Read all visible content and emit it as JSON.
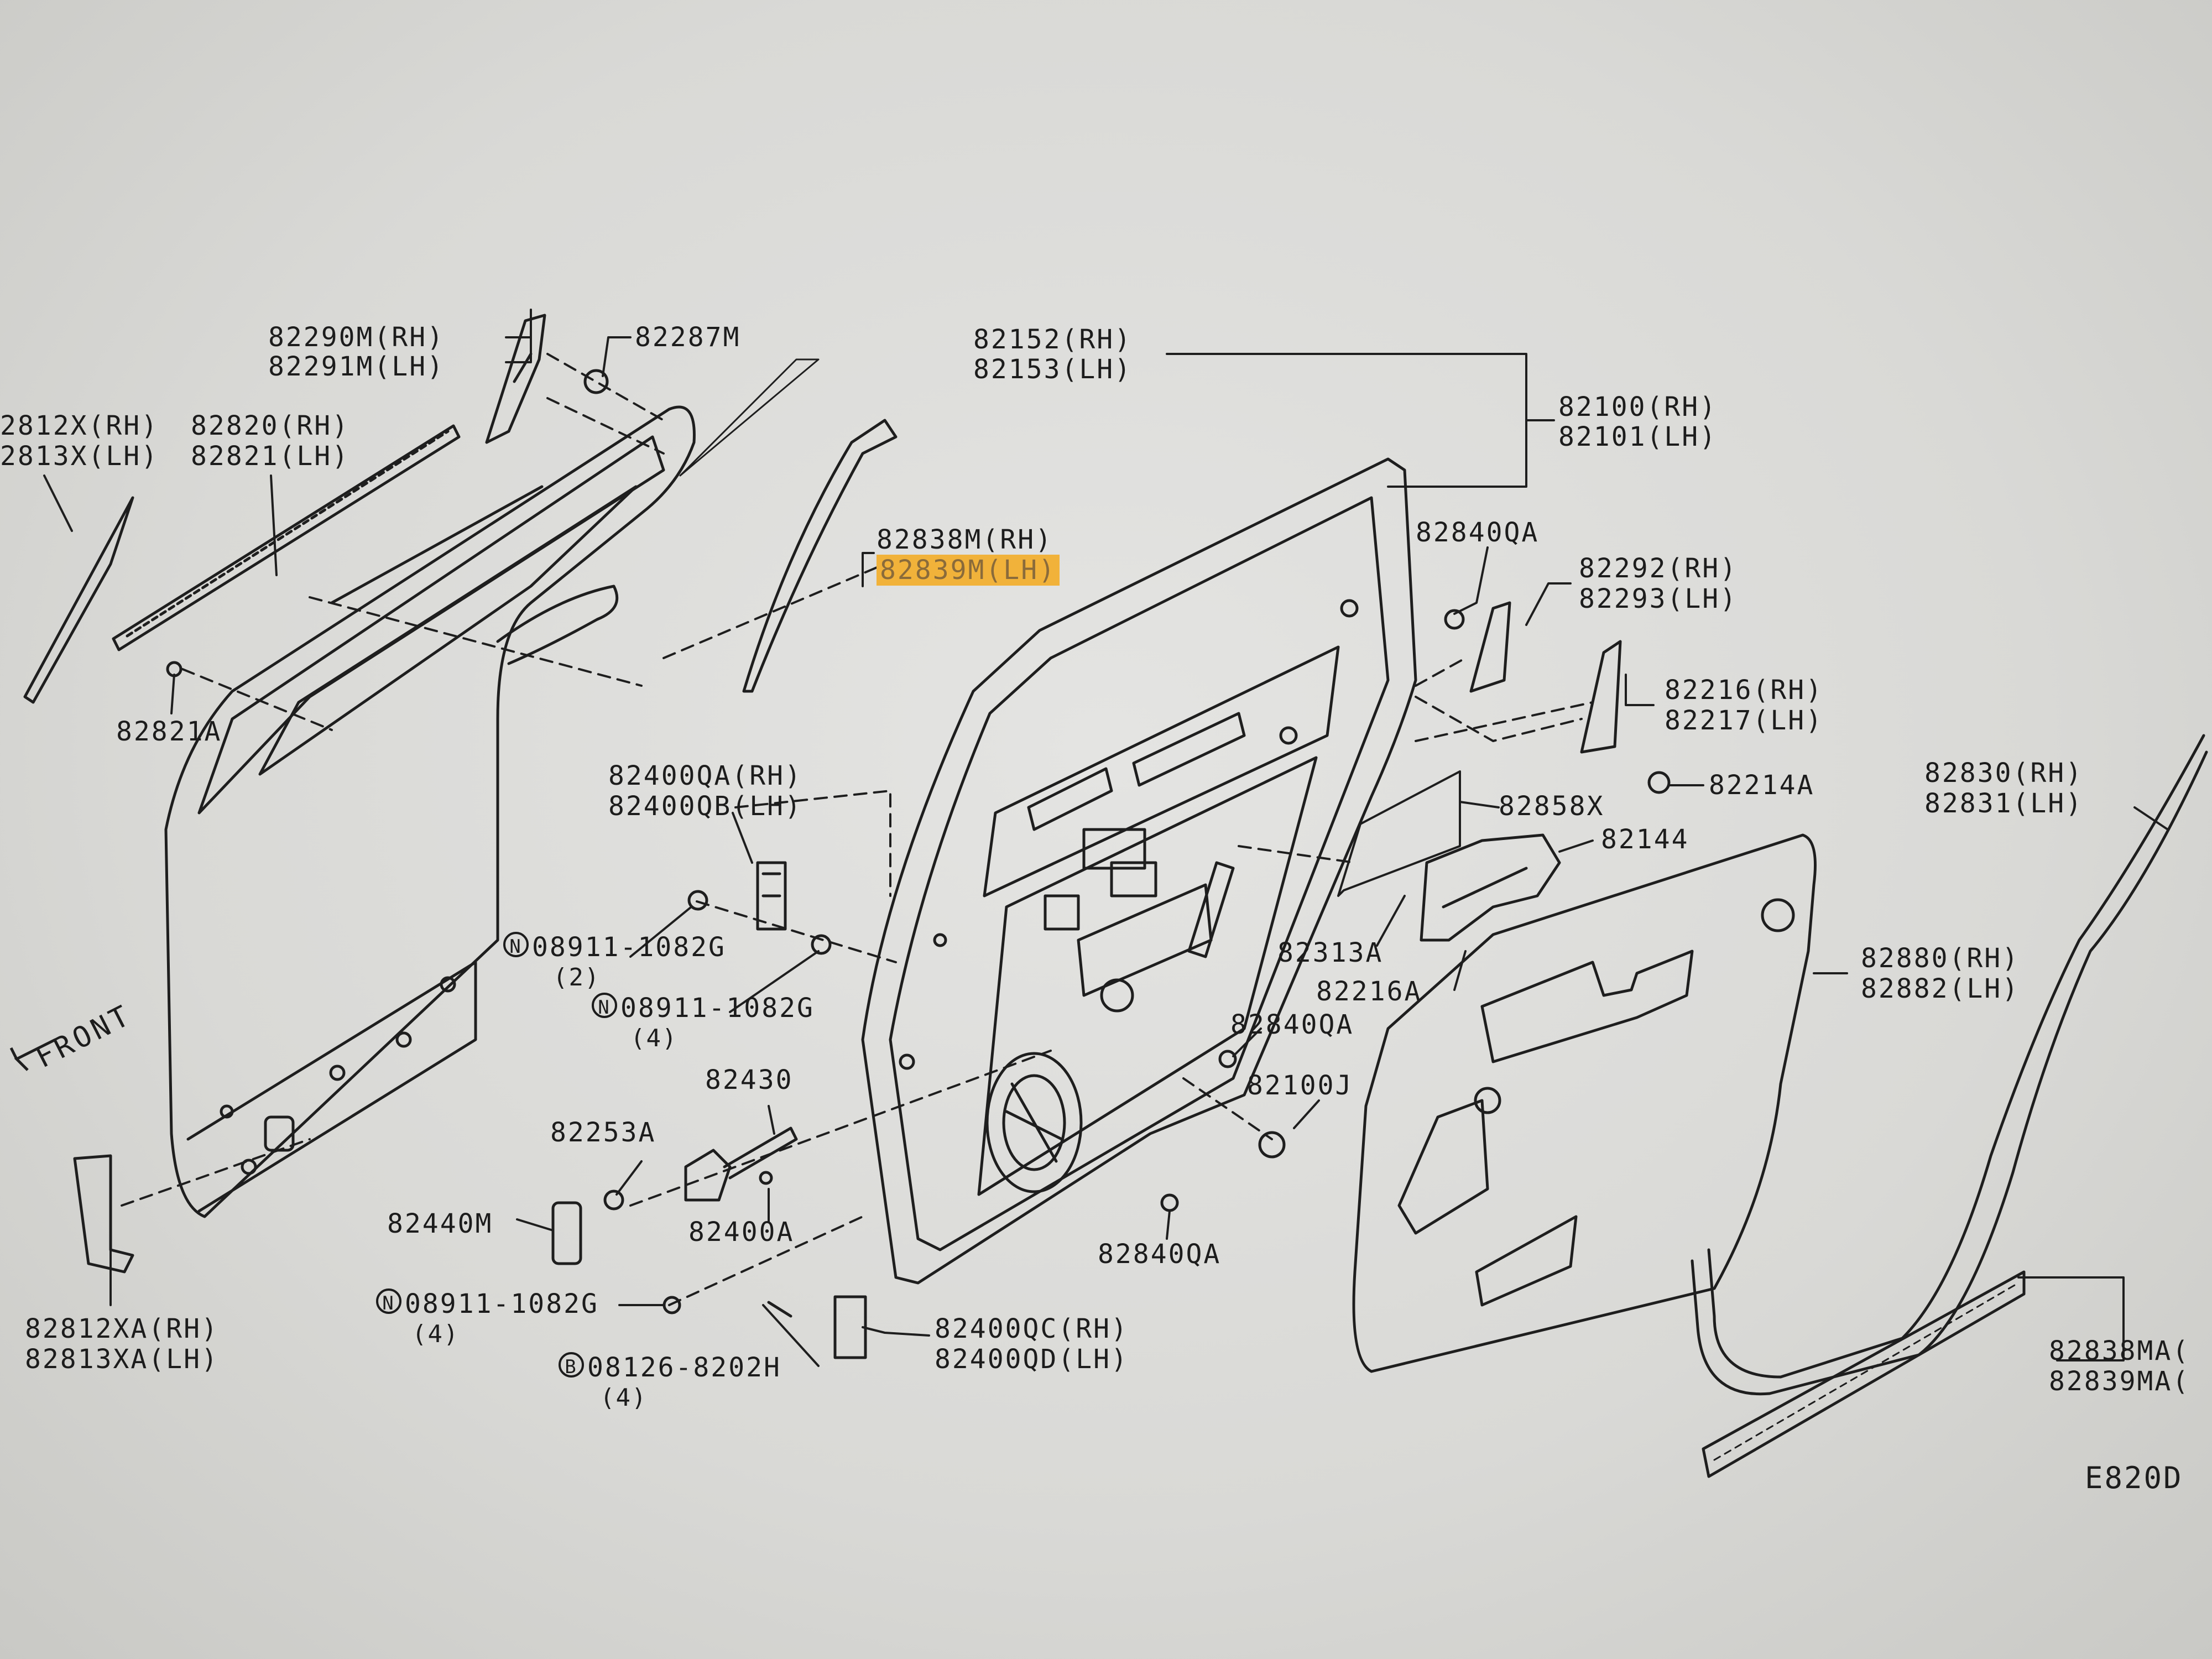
{
  "diagram": {
    "code": "E820D",
    "direction_label": "FRONT",
    "labels": {
      "p82290M": "82290M(RH)",
      "p82291M": "82291M(LH)",
      "p82287M": "82287M",
      "p82152": "82152(RH)",
      "p82153": "82153(LH)",
      "p82100": "82100(RH)",
      "p82101": "82101(LH)",
      "p82812X": "2812X(RH)",
      "p82813X": "2813X(LH)",
      "p82820": "82820(RH)",
      "p82821": "82821(LH)",
      "p82821A": "82821A",
      "p82838M": "82838M(RH)",
      "p82839M": "82839M(LH)",
      "p82840QA_top": "82840QA",
      "p82292": "82292(RH)",
      "p82293": "82293(LH)",
      "p82216": "82216(RH)",
      "p82217": "82217(LH)",
      "p82214A": "82214A",
      "p82830": "82830(RH)",
      "p82831": "82831(LH)",
      "p82400QA": "82400QA(RH)",
      "p82400QB": "82400QB(LH)",
      "p82858X": "82858X",
      "p82144": "82144",
      "p82313A": "82313A",
      "p82216A": "82216A",
      "p82880": "82880(RH)",
      "p82882": "82882(LH)",
      "p08911_a": "08911-1082G",
      "p08911_a_qty": "(2)",
      "p08911_b": "08911-1082G",
      "p08911_b_qty": "(4)",
      "p82840QA_mid": "82840QA",
      "p82430": "82430",
      "p82253A": "82253A",
      "p82100J": "82100J",
      "p82440M": "82440M",
      "p82400A": "82400A",
      "p82840QA_bot": "82840QA",
      "p08911_c": "08911-1082G",
      "p08911_c_qty": "(4)",
      "p82812XA": "82812XA(RH)",
      "p82813XA": "82813XA(LH)",
      "p82400QC": "82400QC(RH)",
      "p82400QD": "82400QD(LH)",
      "p08126": "08126-8202H",
      "p08126_qty": "(4)",
      "p82838MA": "82838MA(",
      "p82839MA": "82839MA("
    },
    "symbols": {
      "nut_symbol": "N",
      "bolt_symbol": "B"
    }
  }
}
